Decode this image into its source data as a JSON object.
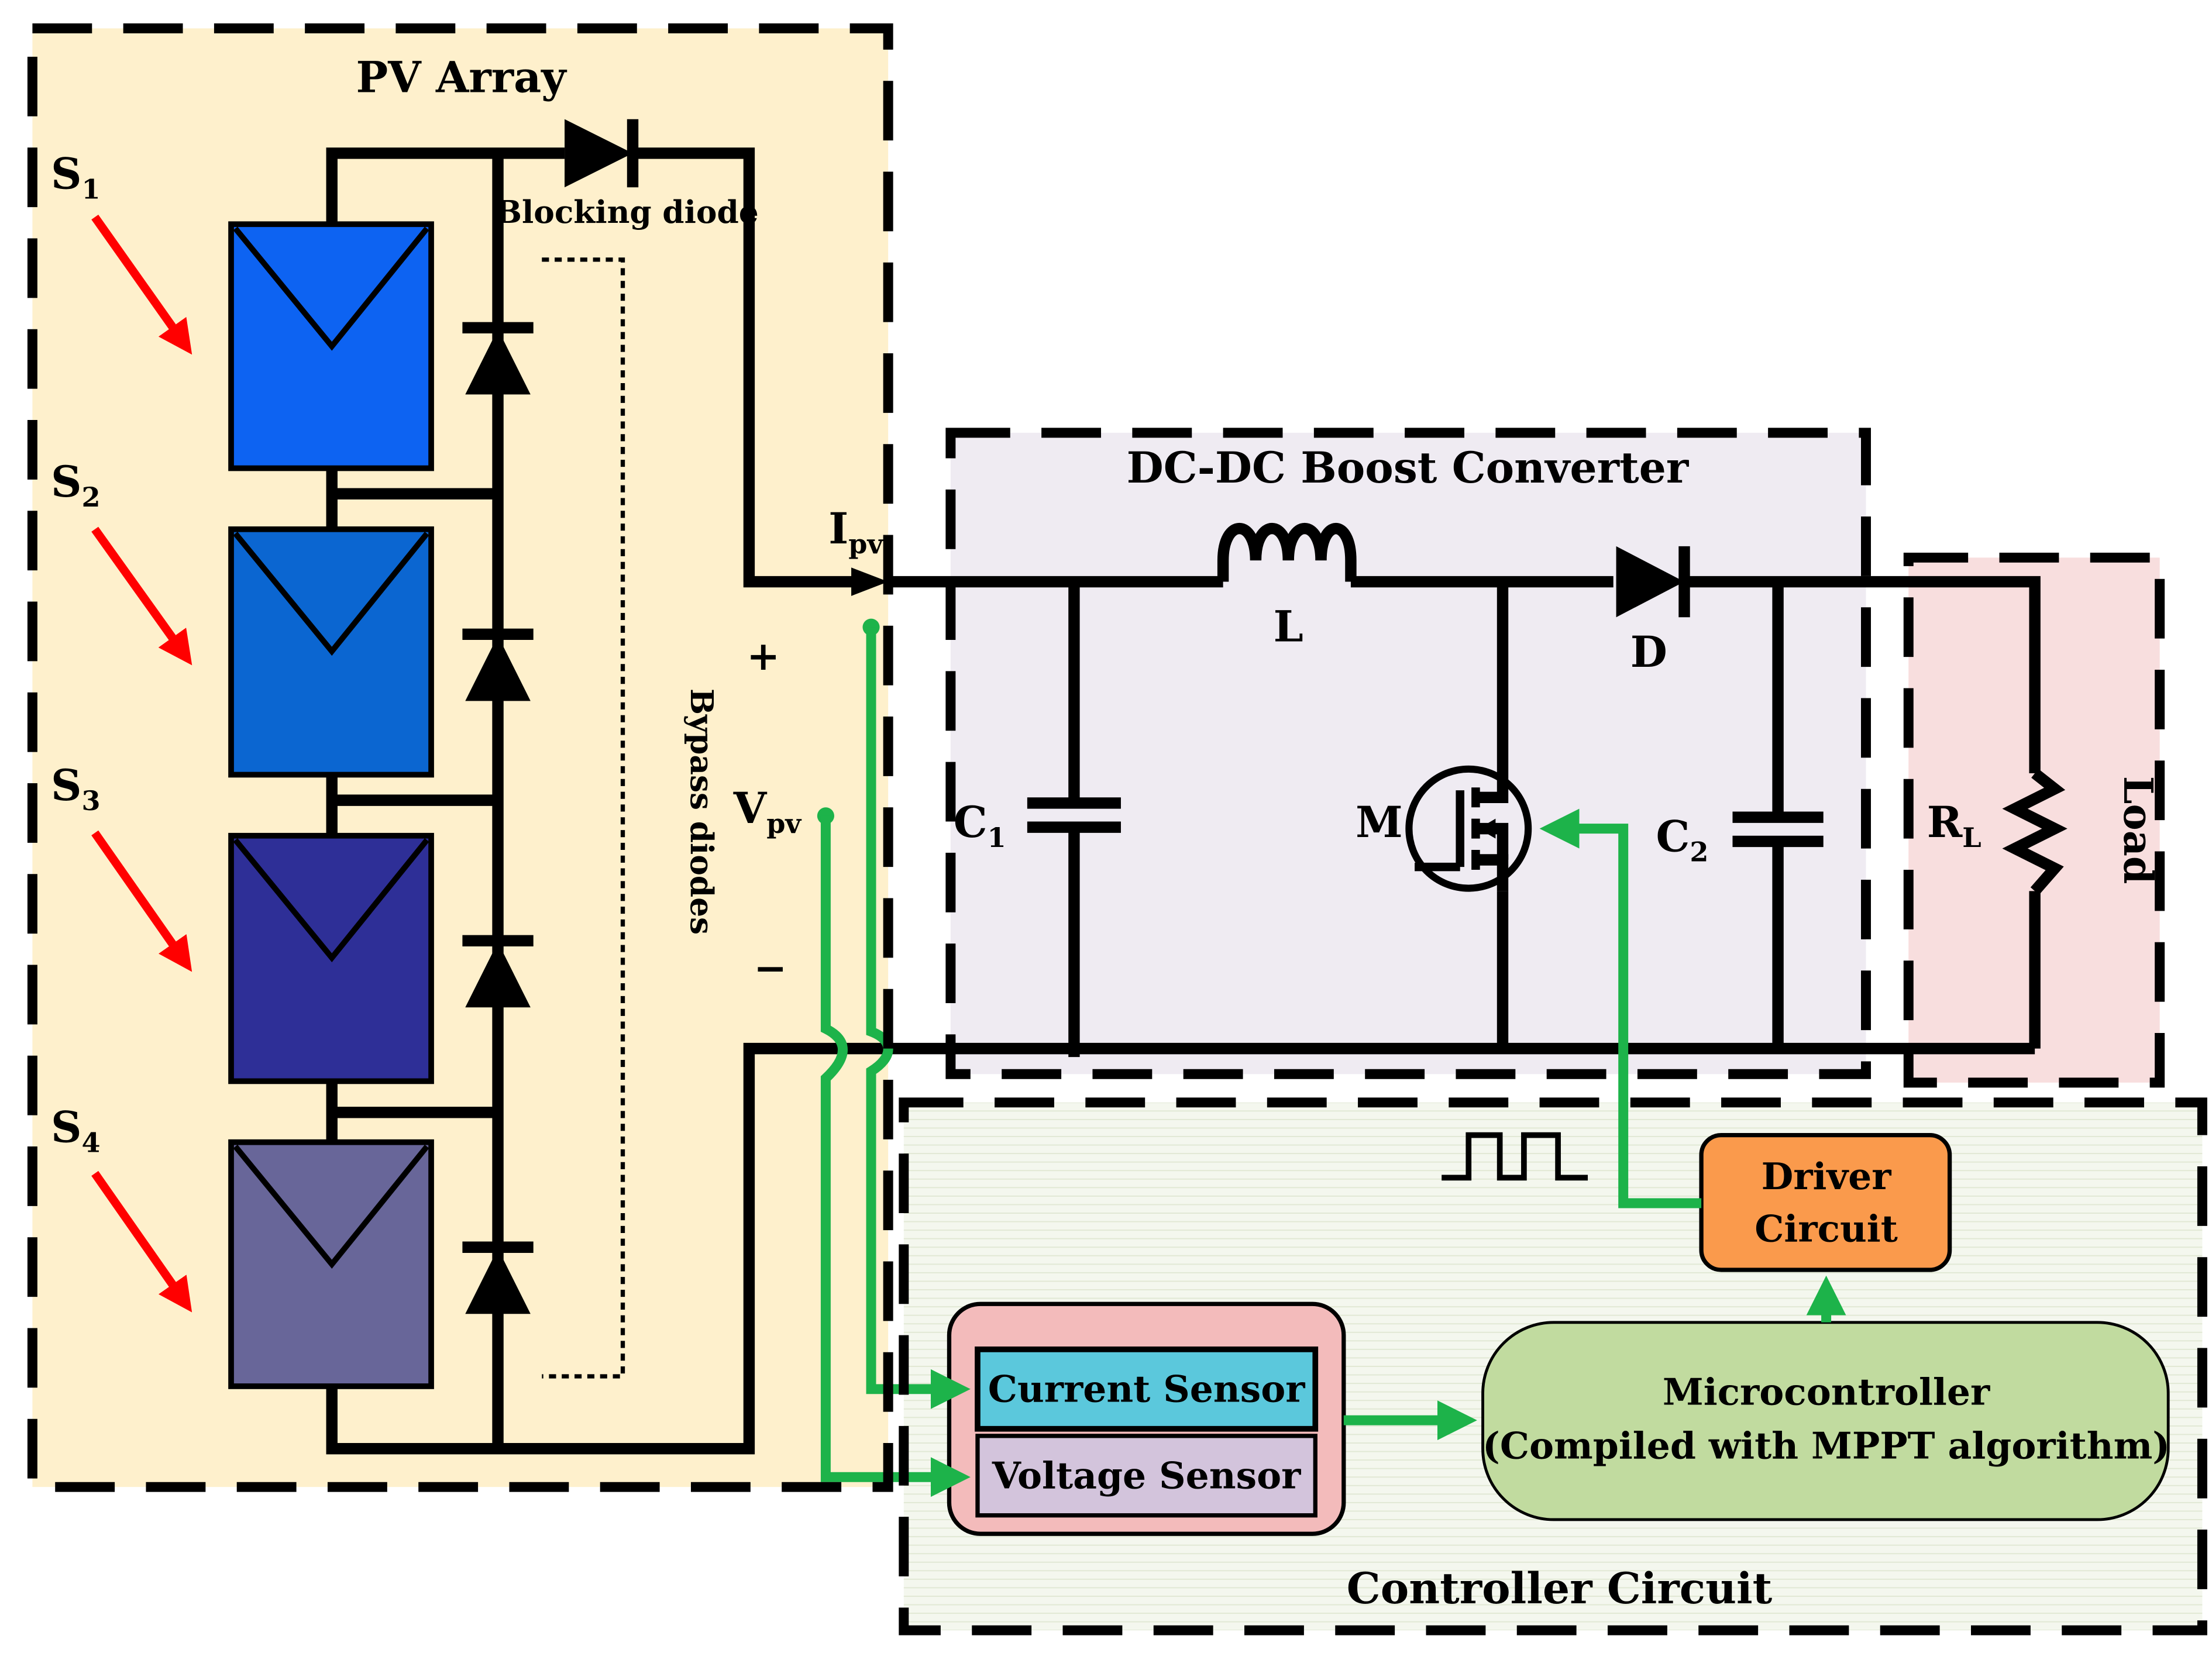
{
  "labels": {
    "pv_array": "PV Array",
    "blocking_diode": "Blocking diode",
    "bypass_diodes": "Bypass diodes",
    "boost_converter": "DC-DC Boost Converter",
    "load": "Load",
    "controller": "Controller Circuit",
    "plus": "+",
    "minus": "−"
  },
  "irradiance": [
    {
      "main": "S",
      "sub": "1"
    },
    {
      "main": "S",
      "sub": "2"
    },
    {
      "main": "S",
      "sub": "3"
    },
    {
      "main": "S",
      "sub": "4"
    }
  ],
  "components": {
    "ipv": {
      "main": "I",
      "sub": "pv"
    },
    "vpv": {
      "main": "V",
      "sub": "pv"
    },
    "c1": {
      "main": "C",
      "sub": "1"
    },
    "c2": {
      "main": "C",
      "sub": "2"
    },
    "inductor": "L",
    "diode": "D",
    "mosfet": "M",
    "rl": {
      "main": "R",
      "sub": "L"
    }
  },
  "blocks": {
    "current_sensor": "Current Sensor",
    "voltage_sensor": "Voltage Sensor",
    "driver_line1": "Driver",
    "driver_line2": "Circuit",
    "micro_line1": "Microcontroller",
    "micro_line2": "(Compiled with MPPT algorithm)"
  },
  "colors": {
    "panel1": "#0d63f2",
    "panel2": "#0b66d1",
    "panel3": "#2e2f97",
    "panel4": "#686699",
    "pv_bg": "#fef0cc",
    "boost_bg": "#efebf2",
    "load_bg": "#f8dede",
    "controller_bg": "#f4f7ee",
    "signal": "#1db34a",
    "arrow": "#ff0000"
  }
}
